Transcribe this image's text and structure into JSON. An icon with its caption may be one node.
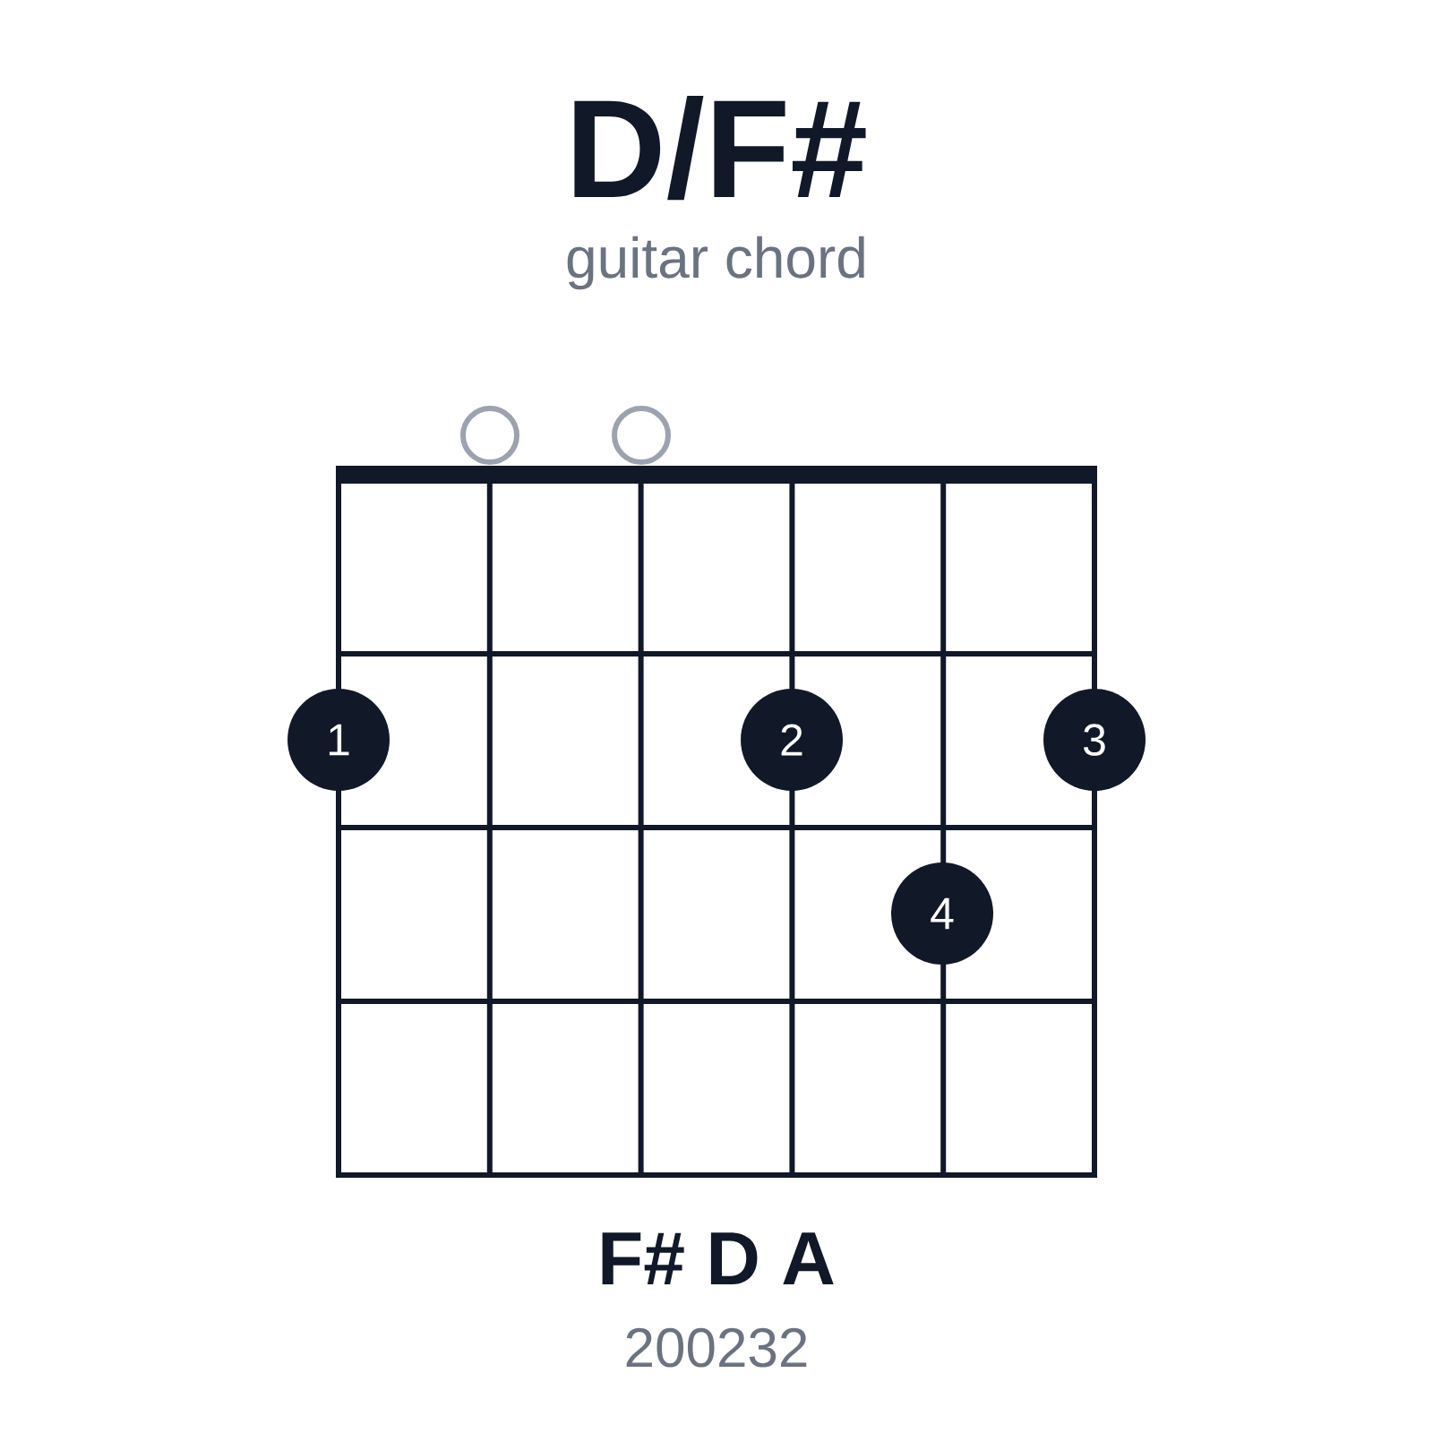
{
  "diagram": {
    "title": "D/F#",
    "nodes": [
      {
        "text": [],
        "shape": "circle"
      },
      {
        "text": [],
        "shape": "circle"
      },
      {
        "text": [
          "1"
        ]
      },
      {
        "text": [
          "2"
        ]
      },
      {
        "text": [
          "3"
        ]
      },
      {
        "text": [
          "4"
        ]
      }
    ],
    "labels": [
      "guitar chord",
      "F# D A",
      "200232"
    ]
  }
}
